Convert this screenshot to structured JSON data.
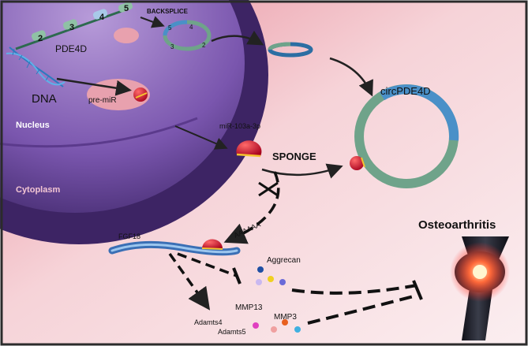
{
  "diagram": {
    "labels": {
      "backsplice": "BACKSPLICE",
      "gene": "PDE4D",
      "dna": "DNA",
      "pre_mir": "pre-miR",
      "nucleus": "Nucleus",
      "cytoplasm": "Cytoplasm",
      "mirna": "miR-103a-3p",
      "sponge": "SPONGE",
      "circrna": "circPDE4D",
      "polya": "AAAAAA",
      "fgf": "FGF18",
      "aggrecan": "Aggrecan",
      "mmp13": "MMP13",
      "mmp3": "MMP3",
      "adamts4": "Adamts4",
      "adamts5": "Adamts5",
      "disease": "Osteoarthritis"
    },
    "exons": [
      "2",
      "3",
      "4",
      "5"
    ],
    "circle_exons": [
      "5",
      "4",
      "3",
      "2"
    ]
  },
  "colors": {
    "frame": "#2b2b2b",
    "background_pink": "#f2b6bf",
    "nucleus_purple": "#6a4c93",
    "mirna_red": "#c8102e",
    "circ_green": "#6fa38a",
    "circ_blue": "#4a90c8",
    "inflammation": "#ff3b2f"
  }
}
